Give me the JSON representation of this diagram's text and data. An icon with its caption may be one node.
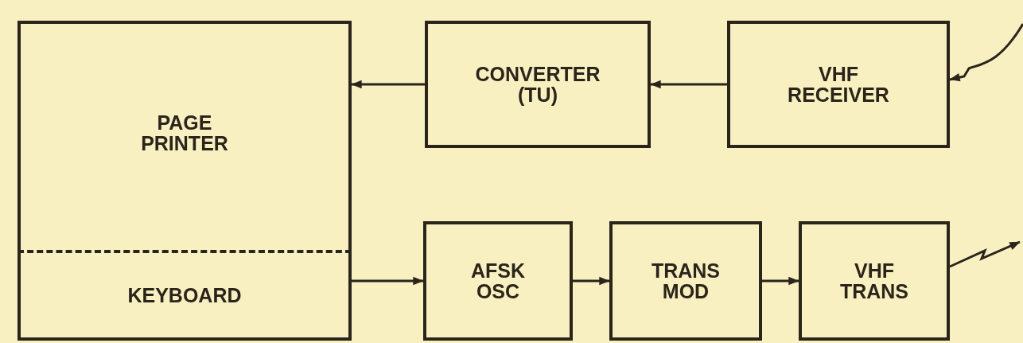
{
  "diagram": {
    "nodes": [
      {
        "text": [
          "PAGE PRINTER"
        ]
      },
      {
        "text": [
          "KEYBOARD"
        ]
      },
      {
        "text": [
          "CONVERTER (TU)"
        ]
      },
      {
        "text": [
          "VHF RECEIVER"
        ]
      },
      {
        "text": [
          "AFSK OSC"
        ]
      },
      {
        "text": [
          "TRANS MOD"
        ]
      },
      {
        "text": [
          "VHF TRANS"
        ]
      }
    ],
    "edges": [
      {
        "from": null,
        "to": 3,
        "arrow": "to"
      },
      {
        "from": 3,
        "to": 2,
        "arrow": "to"
      },
      {
        "from": 2,
        "to": 0,
        "arrow": "to"
      },
      {
        "from": 1,
        "to": 4,
        "arrow": "to"
      },
      {
        "from": 4,
        "to": 5,
        "arrow": "to"
      },
      {
        "from": 5,
        "to": 6,
        "arrow": "to"
      },
      {
        "from": 6,
        "to": null,
        "arrow": "to"
      }
    ]
  }
}
